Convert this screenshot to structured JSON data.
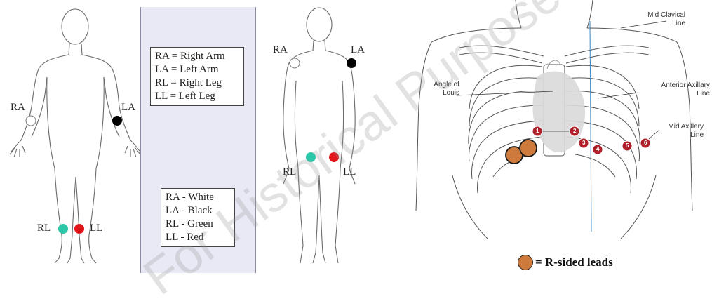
{
  "left_figure": {
    "labels": {
      "ra": "RA",
      "la": "LA",
      "rl": "RL",
      "ll": "LL"
    }
  },
  "middle_panel": {
    "abbreviations": [
      "RA = Right Arm",
      "LA = Left Arm",
      "RL = Right Leg",
      "LL = Left Leg"
    ],
    "colors": [
      "RA - White",
      "LA - Black",
      "RL - Green",
      "LL - Red"
    ]
  },
  "right_figure": {
    "labels": {
      "ra": "RA",
      "la": "LA",
      "rl": "RL",
      "ll": "LL"
    }
  },
  "chest": {
    "labels": {
      "mid_clavical": "Mid Clavical\nLine",
      "angle_of_louis": "Angle of\nLouis",
      "anterior_axillary": "Anterior Axillary\nLine",
      "mid_axillary": "Mid Axillary\nLine"
    },
    "leads": [
      "1",
      "2",
      "3",
      "4",
      "5",
      "6"
    ],
    "legend": "= R-sided leads"
  },
  "electrode_colors": {
    "ra": "#ffffff",
    "la": "#000000",
    "rl": "#2cc6a8",
    "ll": "#e0161b",
    "precordial": "#b0202a",
    "r_sided": "#cd7a3c"
  },
  "watermark": "For Historical Purposes Only Not For Clinical Use"
}
